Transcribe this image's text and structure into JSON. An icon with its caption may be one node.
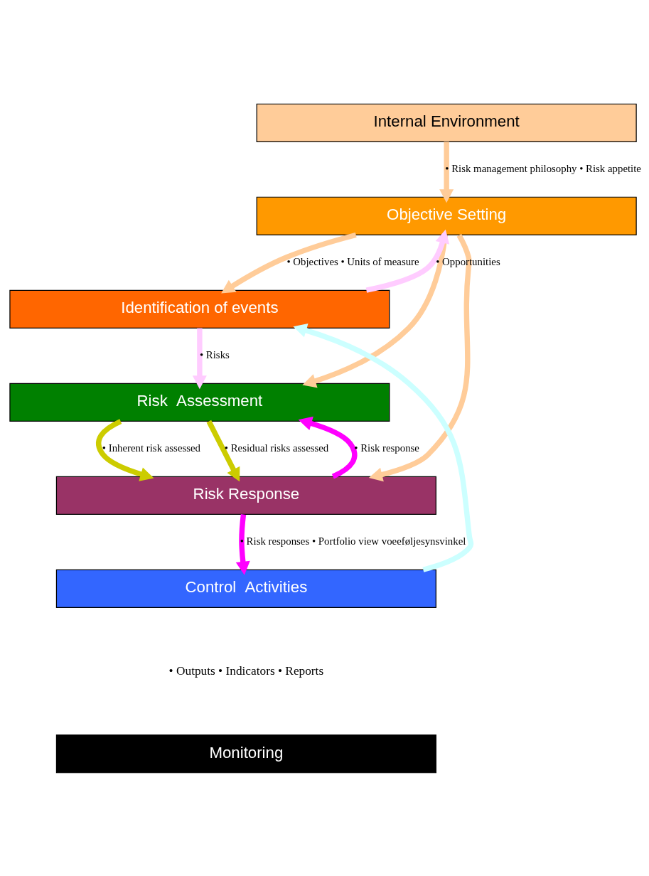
{
  "diagram": {
    "nodes": [
      {
        "text": [
          "Internal Environment"
        ]
      },
      {
        "text": [
          "Objective Setting"
        ]
      },
      {
        "text": [
          "Identification of events"
        ]
      },
      {
        "text": [
          "Risk  Assessment"
        ]
      },
      {
        "text": [
          "Risk Response"
        ]
      },
      {
        "text": [
          "Control  Activities"
        ]
      },
      {
        "text": [
          "Monitoring"
        ]
      }
    ],
    "edges": [
      {
        "from": 0,
        "to": 1,
        "arrow": "to",
        "label": "• Risk management philosophy • Risk appetite",
        "color": "#ffcc99"
      },
      {
        "from": 1,
        "to": 2,
        "arrow": "to",
        "label": "• Objectives • Units of measure",
        "color": "#ffcc99"
      },
      {
        "from": 2,
        "to": 1,
        "arrow": "to",
        "label": "• Opportunities",
        "color": "#ffccff"
      },
      {
        "from": 2,
        "to": 3,
        "arrow": "to",
        "label": "• Risks",
        "color": "#ffccff"
      },
      {
        "from": 1,
        "to": 3,
        "arrow": "to",
        "color": "#ffcc99"
      },
      {
        "from": 1,
        "to": 4,
        "arrow": "to",
        "color": "#ffcc99"
      },
      {
        "from": 3,
        "to": 4,
        "arrow": "to",
        "label": "• Inherent risk assessed",
        "color": "#cccc00"
      },
      {
        "from": 4,
        "to": 3,
        "arrow": "to",
        "label": "• Risk response",
        "color": "#ff00ff"
      },
      {
        "from": 3,
        "to": 4,
        "arrow": "to",
        "label": "• Residual risks assessed",
        "color": "#cccc00"
      },
      {
        "from": 4,
        "to": 5,
        "arrow": "to",
        "label": "• Risk responses • Portfolio view voeeføljesynsvinkel",
        "color": "#ff00ff"
      },
      {
        "from": 5,
        "to": 2,
        "arrow": "to",
        "color": "#ccffff"
      }
    ],
    "labels": [
      "• Outputs • Indicators • Reports"
    ]
  }
}
